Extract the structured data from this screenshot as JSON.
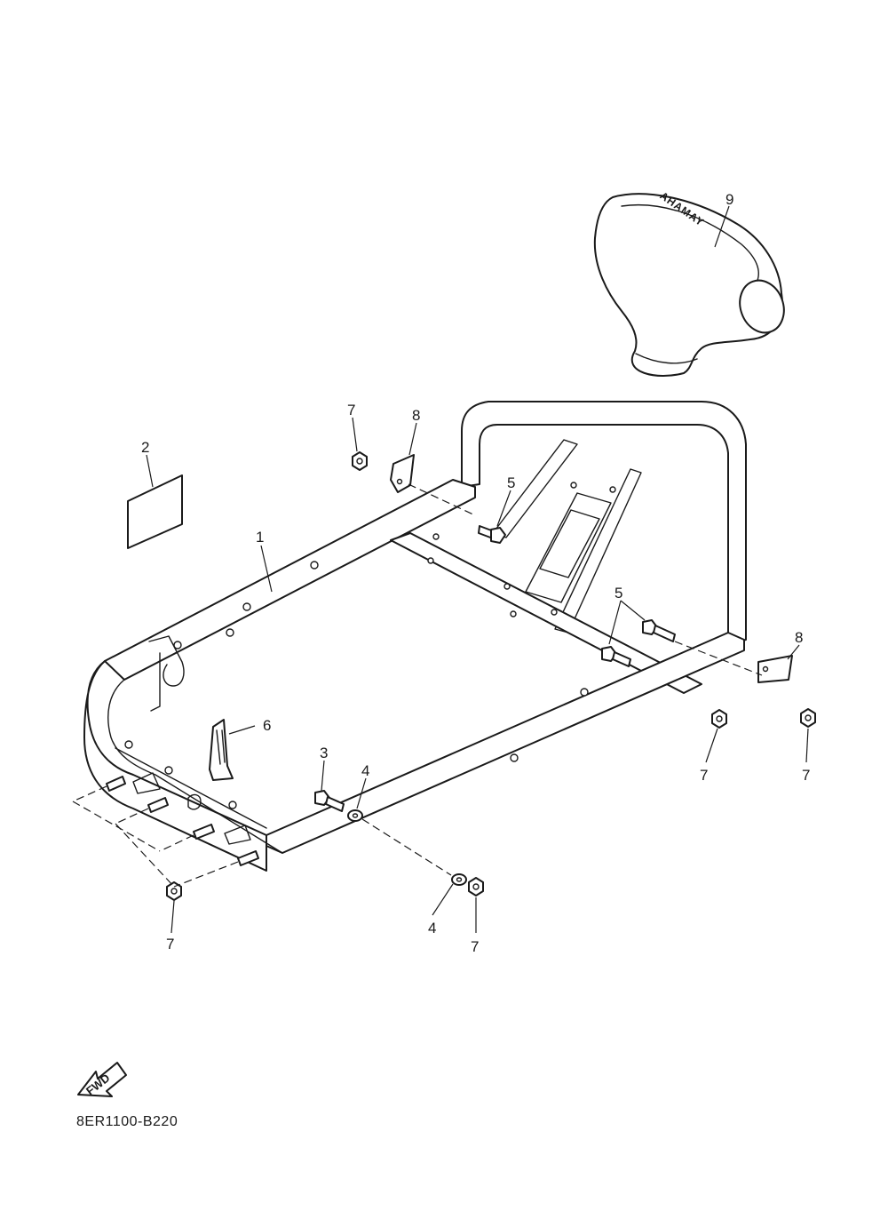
{
  "diagram_code": "8ER1100-B220",
  "fwd_label": "FWD",
  "cover_logo": "YAMAHA",
  "callouts": {
    "c1": "1",
    "c2": "2",
    "c3": "3",
    "c4a": "4",
    "c4b": "4",
    "c5a": "5",
    "c5b": "5",
    "c6": "6",
    "c7a": "7",
    "c7b": "7",
    "c7c": "7",
    "c7d": "7",
    "c7e": "7",
    "c8a": "8",
    "c8b": "8",
    "c9": "9"
  }
}
